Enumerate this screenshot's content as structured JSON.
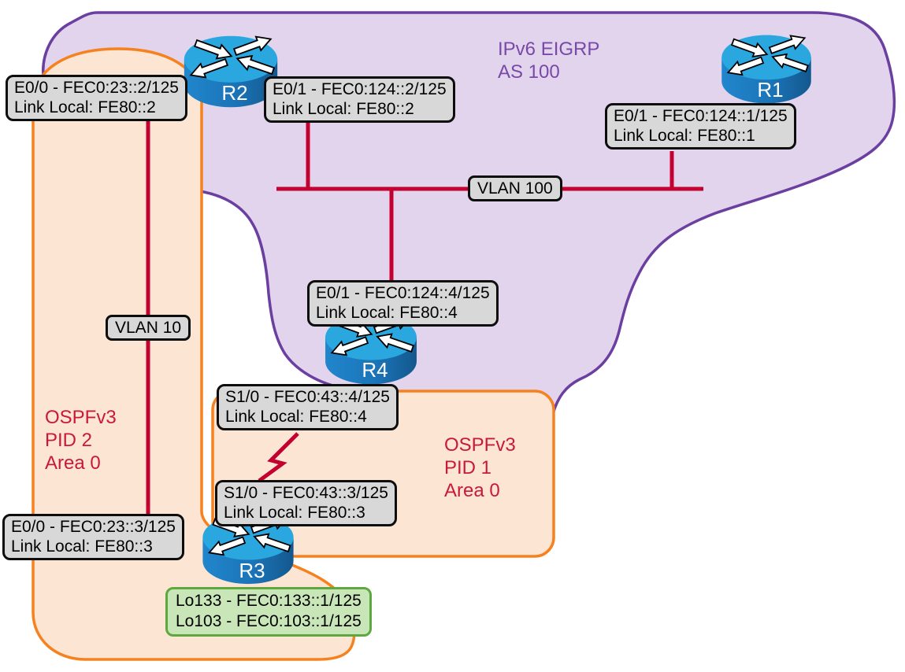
{
  "regions": {
    "eigrp": {
      "line1": "IPv6 EIGRP",
      "line2": "AS 100"
    },
    "ospf_pid2": {
      "line1": "OSPFv3",
      "line2": "PID 2",
      "line3": "Area 0"
    },
    "ospf_pid1": {
      "line1": "OSPFv3",
      "line2": "PID 1",
      "line3": "Area 0"
    }
  },
  "routers": {
    "r1": "R1",
    "r2": "R2",
    "r3": "R3",
    "r4": "R4"
  },
  "segment_labels": {
    "vlan100": "VLAN 100",
    "vlan10": "VLAN 10"
  },
  "interface_labels": {
    "r2_e00": {
      "line1": "E0/0 - FEC0:23::2/125",
      "line2": "Link Local: FE80::2"
    },
    "r2_e01": {
      "line1": "E0/1 - FEC0:124::2/125",
      "line2": "Link Local: FE80::2"
    },
    "r1_e01": {
      "line1": "E0/1 - FEC0:124::1/125",
      "line2": "Link Local: FE80::1"
    },
    "r4_e01": {
      "line1": "E0/1 - FEC0:124::4/125",
      "line2": "Link Local: FE80::4"
    },
    "r4_s10": {
      "line1": "S1/0 - FEC0:43::4/125",
      "line2": "Link Local: FE80::4"
    },
    "r3_s10": {
      "line1": "S1/0 - FEC0:43::3/125",
      "line2": "Link Local: FE80::3"
    },
    "r3_e00": {
      "line1": "E0/0 - FEC0:23::3/125",
      "line2": "Link Local: FE80::3"
    }
  },
  "loopbacks_r3": {
    "line1": "Lo133 - FEC0:133::1/125",
    "line2": "Lo103 - FEC0:103::1/125"
  },
  "colors": {
    "eigrp_fill": "#E2D4EC",
    "eigrp_stroke": "#6B3FA0",
    "eigrp_text": "#7849A8",
    "ospf_fill": "#FCE5D3",
    "ospf_stroke": "#F5821F",
    "ospf_text": "#C8193C",
    "link": "#C3002F",
    "iface_label_fill": "#D8D8D8",
    "loopback_fill": "#C8E6B8",
    "loopback_stroke": "#5FA840",
    "router_top": "#2AA7DF",
    "router_body": "#1B74B8"
  }
}
